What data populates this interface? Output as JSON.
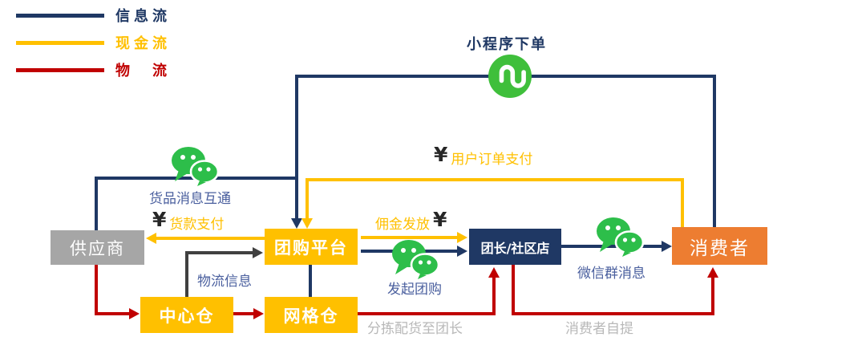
{
  "legend": {
    "items": [
      {
        "label": "信息流",
        "color": "#1F3864",
        "meaning": "information flow"
      },
      {
        "label": "现金流",
        "color": "#FFC000",
        "meaning": "cash flow"
      },
      {
        "label": "物　流",
        "color": "#C00000",
        "meaning": "logistics flow"
      }
    ]
  },
  "nodes": {
    "supplier": {
      "label": "供应商",
      "bg": "#A6A6A6"
    },
    "platform": {
      "label": "团购平台",
      "bg": "#FFC000"
    },
    "leader": {
      "label": "团长/社区店",
      "bg": "#1F3864"
    },
    "consumer": {
      "label": "消费者",
      "bg": "#ED7D31"
    },
    "central_warehouse": {
      "label": "中心仓",
      "bg": "#FFC000"
    },
    "grid_warehouse": {
      "label": "网格仓",
      "bg": "#FFC000"
    }
  },
  "labels": {
    "mini_program_order": "小程序下单",
    "goods_info": "货品消息互通",
    "goods_payment_yen": "¥",
    "goods_payment": "货款支付",
    "user_order_payment_yen": "¥",
    "user_order_payment": "用户订单支付",
    "commission": "佣金发放",
    "commission_yen": "¥",
    "initiate_groupbuy": "发起团购",
    "wechat_group_message": "微信群消息",
    "logistics_info": "物流信息",
    "sorting_delivery_to_leader": "分拣配货至团长",
    "consumer_self_pickup": "消费者自提"
  },
  "icons": {
    "wechat": "wechat-chat-icon",
    "mini_program": "wechat-mini-program-icon"
  },
  "colors": {
    "info_flow": "#1F3864",
    "cash_flow": "#FFC000",
    "logistics_flow": "#C00000",
    "logistics_info_line": "#404040",
    "edge_label_blue": "#4A5F9E",
    "muted_label": "#B8B8B8",
    "wechat_green": "#2DBE4A",
    "mini_program_green": "#3FBF3B",
    "yen_black": "#262626"
  }
}
